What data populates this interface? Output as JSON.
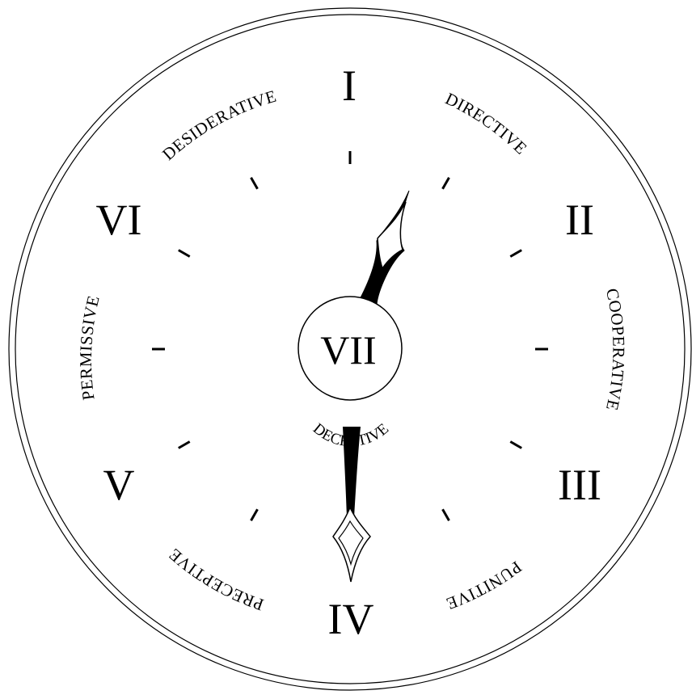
{
  "colors": {
    "ink": "#000000",
    "face": "#ffffff"
  },
  "numerals": [
    {
      "id": "numeral-i",
      "text": "I"
    },
    {
      "id": "numeral-ii",
      "text": "II"
    },
    {
      "id": "numeral-iii",
      "text": "III"
    },
    {
      "id": "numeral-iv",
      "text": "IV"
    },
    {
      "id": "numeral-v",
      "text": "V"
    },
    {
      "id": "numeral-vi",
      "text": "VI"
    }
  ],
  "center": {
    "numeral": "VII",
    "label": "DECRETIVE"
  },
  "labels": {
    "directive": "DIRECTIVE",
    "cooperative": "COOPERATIVE",
    "punitive": "PUNITIVE",
    "preceptive": "PRECEPTIVE",
    "permissive": "PERMISSIVE",
    "desiderative": "DESIDERATIVE"
  }
}
